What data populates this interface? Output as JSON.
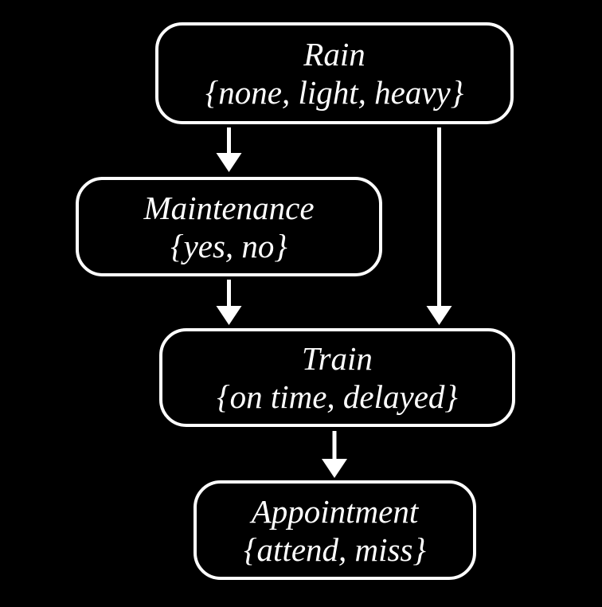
{
  "diagram": {
    "type": "bayesian-network",
    "background_color": "#000000",
    "node_border_color": "#ffffff",
    "text_color": "#ffffff",
    "arrow_color": "#ffffff",
    "nodes": [
      {
        "id": "rain",
        "title": "Rain",
        "domain": "{none, light, heavy}"
      },
      {
        "id": "maintenance",
        "title": "Maintenance",
        "domain": "{yes, no}"
      },
      {
        "id": "train",
        "title": "Train",
        "domain": "{on time, delayed}"
      },
      {
        "id": "appointment",
        "title": "Appointment",
        "domain": "{attend, miss}"
      }
    ],
    "edges": [
      {
        "from": "rain",
        "to": "maintenance"
      },
      {
        "from": "rain",
        "to": "train"
      },
      {
        "from": "maintenance",
        "to": "train"
      },
      {
        "from": "train",
        "to": "appointment"
      }
    ]
  }
}
